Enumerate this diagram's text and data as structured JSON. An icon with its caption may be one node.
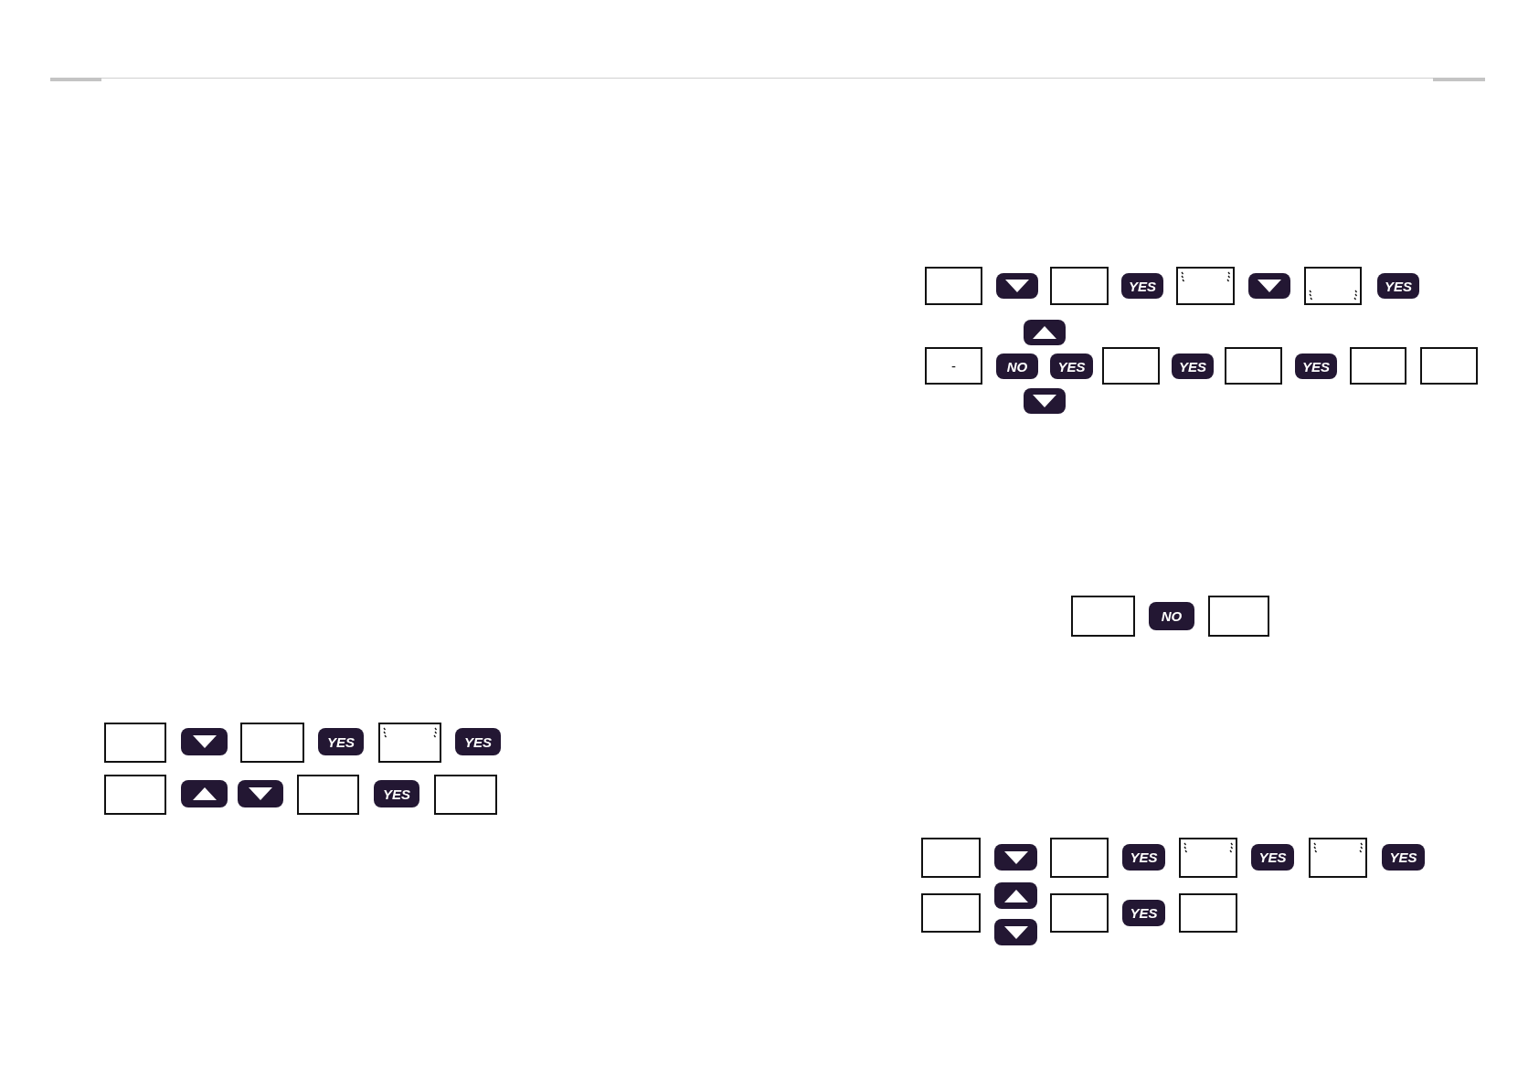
{
  "diagram": {
    "nodes": [
      {
        "text": [],
        "shape": "box"
      },
      {
        "text": [],
        "shape": "button"
      },
      {
        "text": [],
        "shape": "box"
      },
      {
        "text": [
          "YES"
        ]
      },
      {
        "text": [],
        "shape": "box"
      },
      {
        "text": [
          "YES"
        ]
      },
      {
        "text": [],
        "shape": "box"
      },
      {
        "text": [],
        "shape": "button"
      },
      {
        "text": [],
        "shape": "button"
      },
      {
        "text": [],
        "shape": "box"
      },
      {
        "text": [
          "YES"
        ]
      },
      {
        "text": [],
        "shape": "box"
      },
      {
        "text": [],
        "shape": "box"
      },
      {
        "text": [],
        "shape": "button"
      },
      {
        "text": [],
        "shape": "box"
      },
      {
        "text": [
          "YES"
        ]
      },
      {
        "text": [],
        "shape": "box"
      },
      {
        "text": [],
        "shape": "button"
      },
      {
        "text": [],
        "shape": "box"
      },
      {
        "text": [
          "YES"
        ]
      },
      {
        "text": [],
        "shape": "button"
      },
      {
        "text": [
          "-"
        ]
      },
      {
        "text": [
          "NO"
        ]
      },
      {
        "text": [
          "YES"
        ]
      },
      {
        "text": [],
        "shape": "box"
      },
      {
        "text": [
          "YES"
        ]
      },
      {
        "text": [],
        "shape": "box"
      },
      {
        "text": [
          "YES"
        ]
      },
      {
        "text": [],
        "shape": "box"
      },
      {
        "text": [],
        "shape": "box"
      },
      {
        "text": [],
        "shape": "button"
      },
      {
        "text": [],
        "shape": "box"
      },
      {
        "text": [
          "NO"
        ]
      },
      {
        "text": [],
        "shape": "box"
      },
      {
        "text": [],
        "shape": "box"
      },
      {
        "text": [],
        "shape": "button"
      },
      {
        "text": [],
        "shape": "box"
      },
      {
        "text": [
          "YES"
        ]
      },
      {
        "text": [],
        "shape": "box"
      },
      {
        "text": [
          "YES"
        ]
      },
      {
        "text": [],
        "shape": "box"
      },
      {
        "text": [
          "YES"
        ]
      },
      {
        "text": [],
        "shape": "box"
      },
      {
        "text": [],
        "shape": "button"
      },
      {
        "text": [],
        "shape": "box"
      },
      {
        "text": [
          "YES"
        ]
      },
      {
        "text": [],
        "shape": "box"
      },
      {
        "text": [],
        "shape": "button"
      }
    ]
  }
}
